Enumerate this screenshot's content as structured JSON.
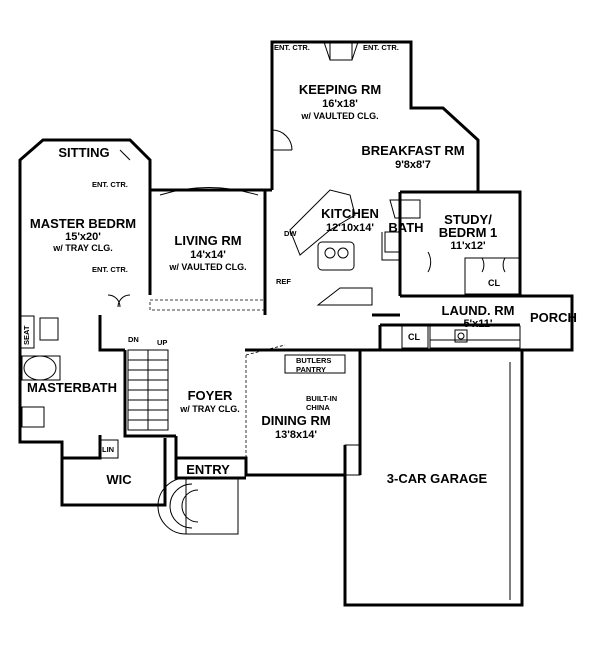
{
  "rooms": {
    "keeping_name": "KEEPING RM",
    "keeping_size": "16'x18'",
    "keeping_note": "w/ VAULTED CLG.",
    "ent_ctr_1": "ENT. CTR.",
    "ent_ctr_2": "ENT. CTR.",
    "breakfast_name": "BREAKFAST RM",
    "breakfast_size": "9'8x8'7",
    "sitting": "SITTING",
    "master_ent_ctr_1": "ENT. CTR.",
    "master_ent_ctr_2": "ENT. CTR.",
    "master_name": "MASTER BEDRM",
    "master_size": "15'x20'",
    "master_note": "w/ TRAY CLG.",
    "living_name": "LIVING RM",
    "living_size": "14'x14'",
    "living_note": "w/ VAULTED CLG.",
    "kitchen_name": "KITCHEN",
    "kitchen_size": "12'10x14'",
    "dw": "DW",
    "ref": "REF",
    "bath": "BATH",
    "study_name": "STUDY/",
    "study_name_2": "BEDRM 1",
    "study_size": "11'x12'",
    "cl_study": "CL",
    "laund_name": "LAUND. RM",
    "laund_size": "5'x11'",
    "cl_laund": "CL",
    "porch": "PORCH",
    "seat": "SEAT",
    "dn": "DN",
    "up": "UP",
    "butlers_1": "BUTLERS",
    "butlers_2": "PANTRY",
    "builtin_1": "BUILT-IN",
    "builtin_2": "CHINA",
    "masterbath": "MASTERBATH",
    "foyer_name": "FOYER",
    "foyer_note": "w/ TRAY CLG.",
    "dining_name": "DINING RM",
    "dining_size": "13'8x14'",
    "lin": "LIN",
    "wic": "WIC",
    "entry": "ENTRY",
    "garage": "3-CAR GARAGE"
  }
}
